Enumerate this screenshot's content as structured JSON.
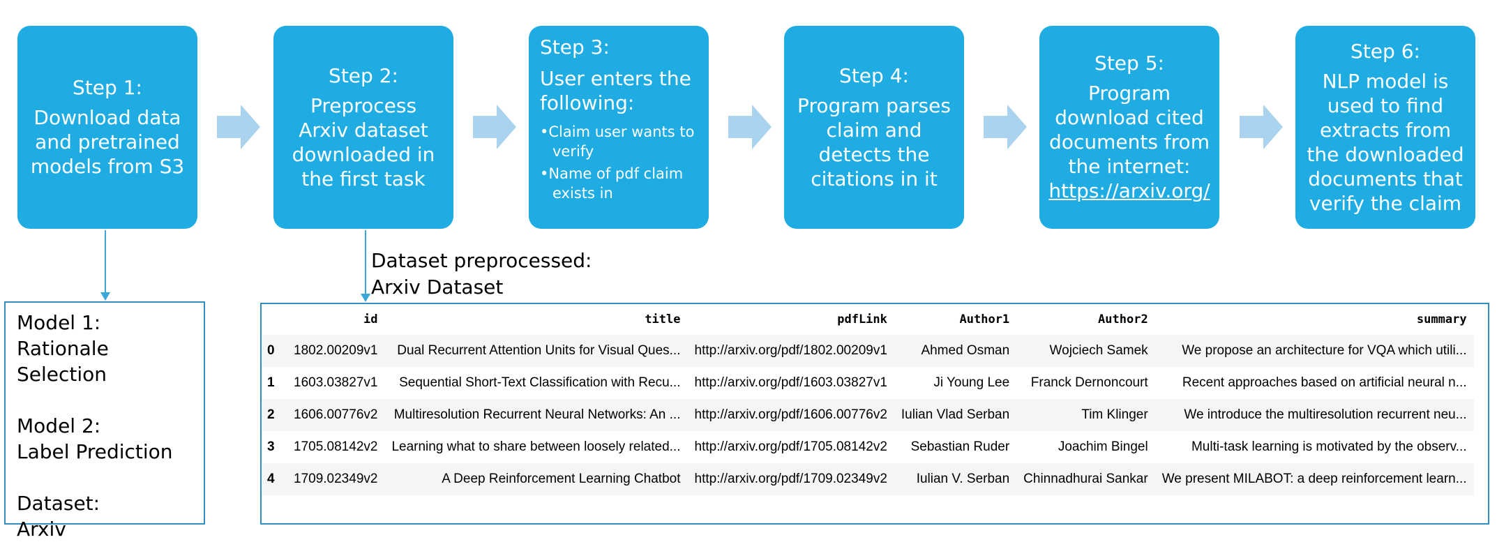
{
  "steps": [
    {
      "title": "Step 1:",
      "body": "Download data and pretrained models from S3"
    },
    {
      "title": "Step 2:",
      "body": "Preprocess Arxiv dataset downloaded in the first task"
    },
    {
      "title": "Step 3:",
      "body": "User enters the following:",
      "bullets": [
        "•Claim user wants to verify",
        "•Name of pdf claim exists in"
      ]
    },
    {
      "title": "Step 4:",
      "body": "Program parses claim and detects the citations in it"
    },
    {
      "title": "Step 5:",
      "body": "Program download cited documents from the internet:",
      "link": "https://arxiv.org/"
    },
    {
      "title": "Step 6:",
      "body": "NLP model is used to find extracts from the downloaded documents that verify the claim"
    }
  ],
  "info_box": {
    "model1_label": "Model 1:",
    "model1_value": "Rationale Selection",
    "model2_label": "Model 2:",
    "model2_value": "Label Prediction",
    "dataset_label": "Dataset:",
    "dataset_value": "Arxiv"
  },
  "preprocessed": {
    "line1": "Dataset preprocessed:",
    "line2": "Arxiv Dataset"
  },
  "table": {
    "columns": [
      "",
      "id",
      "title",
      "pdfLink",
      "Author1",
      "Author2",
      "summary"
    ],
    "rows": [
      [
        "0",
        "1802.00209v1",
        "Dual Recurrent Attention Units for Visual Ques...",
        "http://arxiv.org/pdf/1802.00209v1",
        "Ahmed Osman",
        "Wojciech Samek",
        "We propose an architecture for VQA which utili..."
      ],
      [
        "1",
        "1603.03827v1",
        "Sequential Short-Text Classification with Recu...",
        "http://arxiv.org/pdf/1603.03827v1",
        "Ji Young Lee",
        "Franck Dernoncourt",
        "Recent approaches based on artificial neural n..."
      ],
      [
        "2",
        "1606.00776v2",
        "Multiresolution Recurrent Neural Networks: An ...",
        "http://arxiv.org/pdf/1606.00776v2",
        "Iulian Vlad Serban",
        "Tim Klinger",
        "We introduce the multiresolution recurrent neu..."
      ],
      [
        "3",
        "1705.08142v2",
        "Learning what to share between loosely related...",
        "http://arxiv.org/pdf/1705.08142v2",
        "Sebastian Ruder",
        "Joachim Bingel",
        "Multi-task learning is motivated by the observ..."
      ],
      [
        "4",
        "1709.02349v2",
        "A Deep Reinforcement Learning Chatbot",
        "http://arxiv.org/pdf/1709.02349v2",
        "Iulian V. Serban",
        "Chinnadhurai Sankar",
        "We present MILABOT: a deep reinforcement learn..."
      ]
    ]
  },
  "colors": {
    "step_fill": "#1eace3",
    "arrow_fill": "#a9d3ef",
    "line": "#3aa6d9"
  }
}
